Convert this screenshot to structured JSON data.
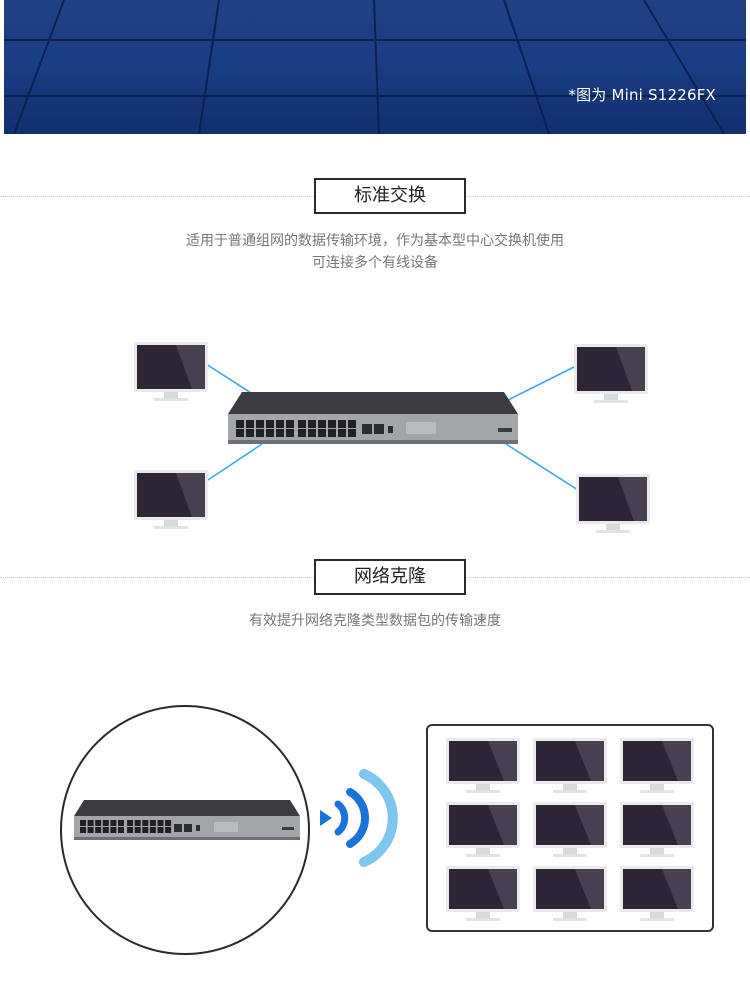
{
  "banner": {
    "caption": "*图为 Mini S1226FX"
  },
  "section1": {
    "title": "标准交换",
    "desc_line1": "适用于普通组网的数据传输环境，作为基本型中心交换机使用",
    "desc_line2": "可连接多个有线设备"
  },
  "section2": {
    "title": "网络克隆",
    "desc": "有效提升网络克隆类型数据包的传输速度"
  },
  "colors": {
    "banner_blue": "#193e86",
    "cable_blue": "#3aa6e8",
    "wifi_blue": "#1a73d9",
    "wifi_light": "#7cc6ef",
    "screen_dark": "#2d2535",
    "switch_gray": "#8e9194"
  },
  "icons": [
    "monitor-icon",
    "switch-icon",
    "wifi-signal-icon"
  ]
}
